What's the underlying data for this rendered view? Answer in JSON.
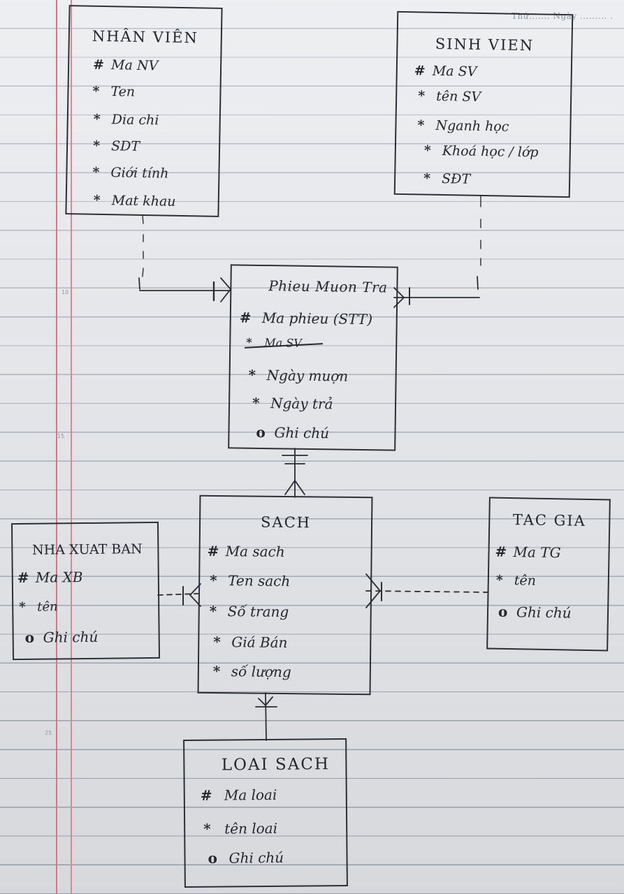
{
  "header": {
    "text": "Thứ....... Ngày ......... ."
  },
  "margin_numbers": [
    "10",
    "15",
    "25"
  ],
  "entities": {
    "nhan_vien": {
      "title": "NHÂN VIÊN",
      "attributes": [
        {
          "marker": "#",
          "name": "Ma NV"
        },
        {
          "marker": "*",
          "name": "Ten"
        },
        {
          "marker": "*",
          "name": "Dia chi"
        },
        {
          "marker": "*",
          "name": "SDT"
        },
        {
          "marker": "*",
          "name": "Giới tính"
        },
        {
          "marker": "*",
          "name": "Mat khau"
        }
      ]
    },
    "sinh_vien": {
      "title": "SINH VIEN",
      "attributes": [
        {
          "marker": "#",
          "name": "Ma SV"
        },
        {
          "marker": "*",
          "name": "tên SV"
        },
        {
          "marker": "*",
          "name": "Nganh học"
        },
        {
          "marker": "*",
          "name": "Khoá học / lớp"
        },
        {
          "marker": "*",
          "name": "SĐT"
        }
      ]
    },
    "phieu_muon_tra": {
      "title": "Phieu Muon Tra",
      "attributes": [
        {
          "marker": "#",
          "name": "Ma phieu (STT)"
        },
        {
          "marker": "*",
          "name": "Ma SV"
        },
        {
          "marker": "*",
          "name": "Ngày muợn"
        },
        {
          "marker": "*",
          "name": "Ngày trả"
        },
        {
          "marker": "o",
          "name": "Ghi chú"
        }
      ]
    },
    "sach": {
      "title": "SACH",
      "attributes": [
        {
          "marker": "#",
          "name": "Ma sach"
        },
        {
          "marker": "*",
          "name": "Ten sach"
        },
        {
          "marker": "*",
          "name": "Số trang"
        },
        {
          "marker": "*",
          "name": "Giá Bán"
        },
        {
          "marker": "*",
          "name": "số lượng"
        }
      ]
    },
    "nha_xuat_ban": {
      "title": "NHA XUAT BAN",
      "attributes": [
        {
          "marker": "#",
          "name": "Ma XB"
        },
        {
          "marker": "*",
          "name": "tên"
        },
        {
          "marker": "o",
          "name": "Ghi chú"
        }
      ]
    },
    "tac_gia": {
      "title": "TAC GIA",
      "attributes": [
        {
          "marker": "#",
          "name": "Ma TG"
        },
        {
          "marker": "*",
          "name": "tên"
        },
        {
          "marker": "o",
          "name": "Ghi chú"
        }
      ]
    },
    "loai_sach": {
      "title": "LOAI SACH",
      "attributes": [
        {
          "marker": "#",
          "name": "Ma loai"
        },
        {
          "marker": "*",
          "name": "tên loai"
        },
        {
          "marker": "o",
          "name": "Ghi chú"
        }
      ]
    }
  },
  "relationships": [
    {
      "from": "nhan_vien",
      "to": "phieu_muon_tra"
    },
    {
      "from": "sinh_vien",
      "to": "phieu_muon_tra"
    },
    {
      "from": "sach",
      "to": "phieu_muon_tra"
    },
    {
      "from": "nha_xuat_ban",
      "to": "sach"
    },
    {
      "from": "tac_gia",
      "to": "sach"
    },
    {
      "from": "loai_sach",
      "to": "sach"
    }
  ]
}
